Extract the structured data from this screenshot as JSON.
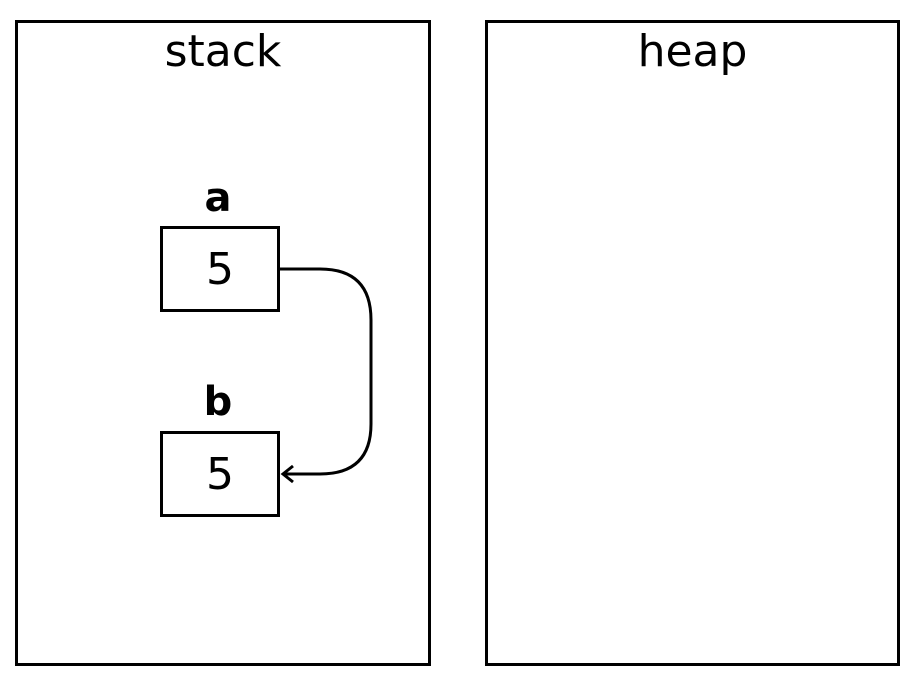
{
  "stack": {
    "title": "stack",
    "variables": [
      {
        "name": "a",
        "value": "5"
      },
      {
        "name": "b",
        "value": "5"
      }
    ]
  },
  "heap": {
    "title": "heap"
  },
  "arrow": {
    "from": "a",
    "to": "b",
    "color": "#000000"
  }
}
